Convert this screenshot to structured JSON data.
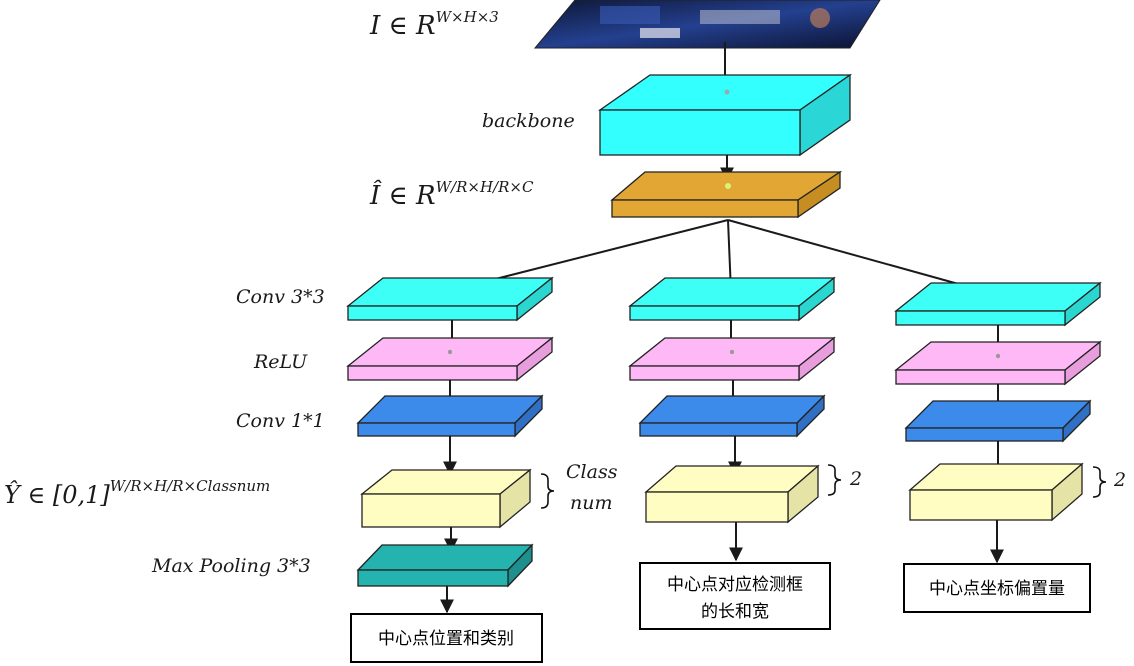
{
  "colors": {
    "backbone": "#33FFFF",
    "feature": "#E2A634",
    "conv3": "#3DFFF6",
    "relu": "#FFB8F6",
    "conv1": "#3C8BEA",
    "output": "#FFFDC2",
    "maxpool": "#25B3AF",
    "image": "#1a2b5e"
  },
  "labels": {
    "input": {
      "main": "I ∈ R",
      "sup": "W×H×3"
    },
    "backbone": "backbone",
    "feature": {
      "main": "Î ∈ R",
      "sup": "W/R×H/R×C"
    },
    "conv3": "Conv 3*3",
    "relu": "ReLU",
    "conv1": "Conv 1*1",
    "heatmap": {
      "main": "Ŷ ∈ [0,1]",
      "sup": "W/R×H/R×Classnum"
    },
    "maxpool": "Max Pooling 3*3",
    "classnum": [
      "Class",
      "num"
    ],
    "two_mid": "2",
    "two_right": "2"
  },
  "outputs": {
    "left": [
      "中心点位置和类别"
    ],
    "mid": [
      "中心点对应检测框",
      "的长和宽"
    ],
    "right": [
      "中心点坐标偏置量"
    ]
  },
  "icons": {
    "input_image": "photo-thumbnail-icon",
    "brace": "right-brace-icon"
  }
}
